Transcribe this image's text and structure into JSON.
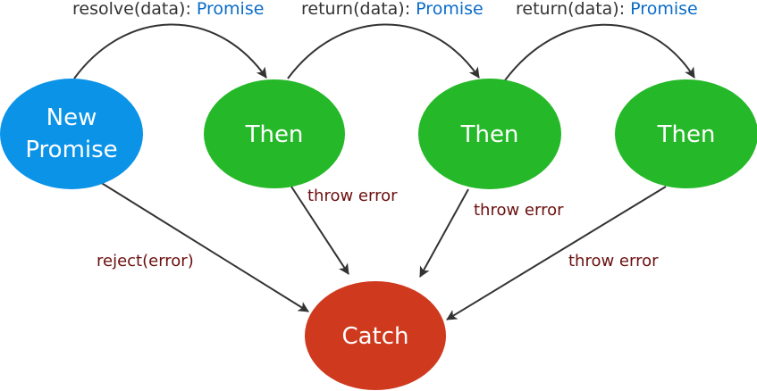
{
  "colors": {
    "new_promise": "#0b93e8",
    "then": "#25b828",
    "catch": "#cf3a1f",
    "edge": "#333333",
    "promise_text": "#0a6cc9",
    "error_text": "#6b0f0f"
  },
  "nodes": {
    "new_promise": {
      "line1": "New",
      "line2": "Promise"
    },
    "then1": {
      "label": "Then"
    },
    "then2": {
      "label": "Then"
    },
    "then3": {
      "label": "Then"
    },
    "catch": {
      "label": "Catch"
    }
  },
  "edges": {
    "resolve": {
      "prefix": "resolve(data): ",
      "type": "Promise"
    },
    "return1": {
      "prefix": "return(data): ",
      "type": "Promise"
    },
    "return2": {
      "prefix": "return(data): ",
      "type": "Promise"
    },
    "reject": {
      "label": "reject(error)"
    },
    "throw1": {
      "label": "throw error"
    },
    "throw2": {
      "label": "throw error"
    },
    "throw3": {
      "label": "throw error"
    }
  }
}
